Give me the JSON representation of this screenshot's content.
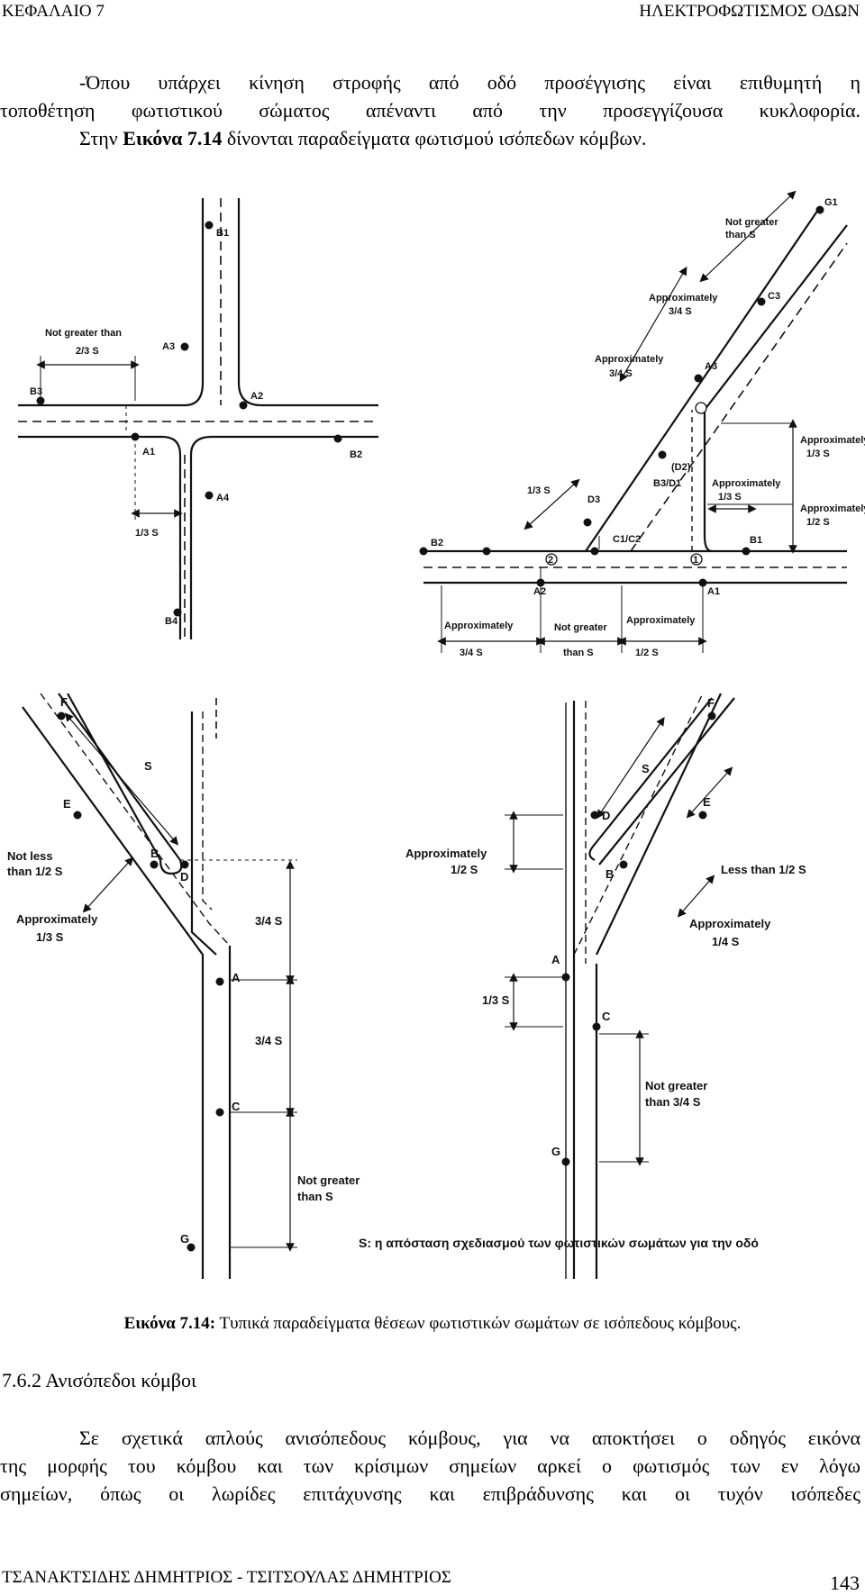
{
  "header": {
    "left": "ΚΕΦΑΛΑΙΟ 7",
    "right": "ΗΛΕΚΤΡΟΦΩΤΙΣΜΟΣ ΟΔΩΝ"
  },
  "intro": {
    "line1": "-Όπου υπάρχει κίνηση στροφής από οδό προσέγγισης είναι επιθυμητή η",
    "line2": "τοποθέτηση φωτιστικού σώματος απέναντι από την προσεγγίζουσα κυκλοφορία.",
    "line3_pre": "Στην ",
    "line3_ref": "Εικόνα 7.14",
    "line3_post": " δίνονται παραδείγματα φωτισμού ισόπεδων κόμβων."
  },
  "figure": {
    "d1": {
      "not_greater": "Not greater than",
      "two_thirds": "2/3 S",
      "one_third": "1/3 S",
      "labels": [
        "B1",
        "A3",
        "B3",
        "A2",
        "A1",
        "B2",
        "A4",
        "B4"
      ]
    },
    "d2": {
      "not_greater": "Not greater",
      "than_s": "than S",
      "approx": "Approximately",
      "three_quarter": "3/4 S",
      "one_third": "1/3 S",
      "one_half": "1/2 S",
      "one_third_b": "1/3 S",
      "labels": [
        "G1",
        "C3",
        "A3",
        "D3",
        "B3/D1",
        "C1/C2",
        "B1",
        "B2",
        "A2",
        "A1",
        "(D2)",
        "1",
        "2"
      ],
      "bottom_approx": "Approximately",
      "bottom_three_q": "3/4 S",
      "bottom_not": "Not greater",
      "bottom_than": "than S",
      "bottom_approx2": "Approximately",
      "bottom_half": "1/2 S",
      "right_third": "1/3 S",
      "right_half": "1/2 S"
    },
    "d3": {
      "F": "F",
      "E": "E",
      "B": "B",
      "D": "D",
      "A": "A",
      "C": "C",
      "G": "G",
      "s": "S",
      "not_less": "Not less",
      "than_half": "than 1/2 S",
      "approx": "Approximately",
      "third": "1/3 S",
      "three_q": "3/4 S",
      "not_greater": "Not greater",
      "than_s": "than S"
    },
    "d4": {
      "F": "F",
      "E": "E",
      "B": "B",
      "D": "D",
      "A": "A",
      "C": "C",
      "G": "G",
      "s": "S",
      "approx": "Approximately",
      "half": "1/2 S",
      "less_than": "Less than 1/2 S",
      "quarter": "1/4 S",
      "third": "1/3 S",
      "not_greater": "Not greater",
      "than_3q": "than 3/4 S"
    },
    "note": "S: η απόσταση σχεδιασμού των φωτιστικών σωμάτων για την οδό"
  },
  "caption": {
    "ref": "Εικόνα 7.14:",
    "text": " Τυπικά παραδείγματα θέσεων φωτιστικών σωμάτων σε ισόπεδους κόμβους."
  },
  "section": {
    "title": "7.6.2 Ανισόπεδοι κόμβοι"
  },
  "body": {
    "line1": "Σε σχετικά απλούς ανισόπεδους κόμβους, για να αποκτήσει ο οδηγός εικόνα",
    "line2": "της μορφής του κόμβου και των κρίσιμων σημείων αρκεί ο φωτισμός των εν λόγω",
    "line3": "σημείων, όπως οι λωρίδες επιτάχυνσης και επιβράδυνσης και οι τυχόν ισόπεδες"
  },
  "footer": {
    "authors": "ΤΣΑΝΑΚΤΣΙΔΗΣ ΔΗΜΗΤΡΙΟΣ - ΤΣΙΤΣΟΥΛΑΣ ΔΗΜΗΤΡΙΟΣ",
    "page": "143"
  }
}
